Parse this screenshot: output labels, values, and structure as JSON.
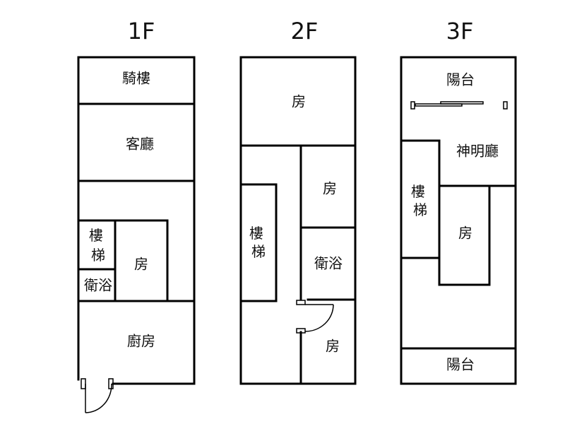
{
  "floors": [
    {
      "title": "1F",
      "rooms": [
        "騎樓",
        "客廳",
        "樓梯",
        "衛浴",
        "房",
        "廚房"
      ]
    },
    {
      "title": "2F",
      "rooms": [
        "房",
        "房",
        "樓梯",
        "衛浴",
        "房"
      ]
    },
    {
      "title": "3F",
      "rooms": [
        "陽台",
        "神明廳",
        "樓梯",
        "房",
        "陽台"
      ]
    }
  ]
}
